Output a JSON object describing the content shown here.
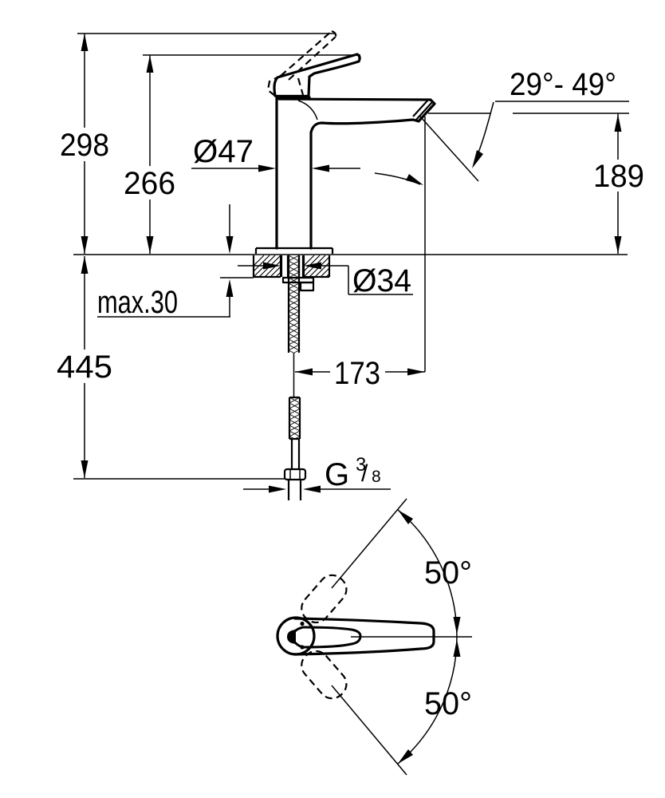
{
  "drawing": {
    "type": "faucet-installation-dimensions",
    "colors": {
      "background": "#ffffff",
      "line": "#000000"
    },
    "side_view": {
      "dim_height_overall": "298",
      "dim_height_to_lever": "266",
      "dim_body_diameter": "Ø47",
      "dim_spout_angle_range": "29°- 49°",
      "dim_outlet_height": "189",
      "dim_deck_thickness": "max.30",
      "dim_hole_diameter": "Ø34",
      "dim_spout_reach": "173",
      "dim_hose_length": "445",
      "thread_label": {
        "prefix": "G",
        "numerator": "3",
        "slash": "/",
        "denominator": "8"
      }
    },
    "top_view": {
      "dim_swing_upper": "50°",
      "dim_swing_lower": "50°"
    }
  }
}
